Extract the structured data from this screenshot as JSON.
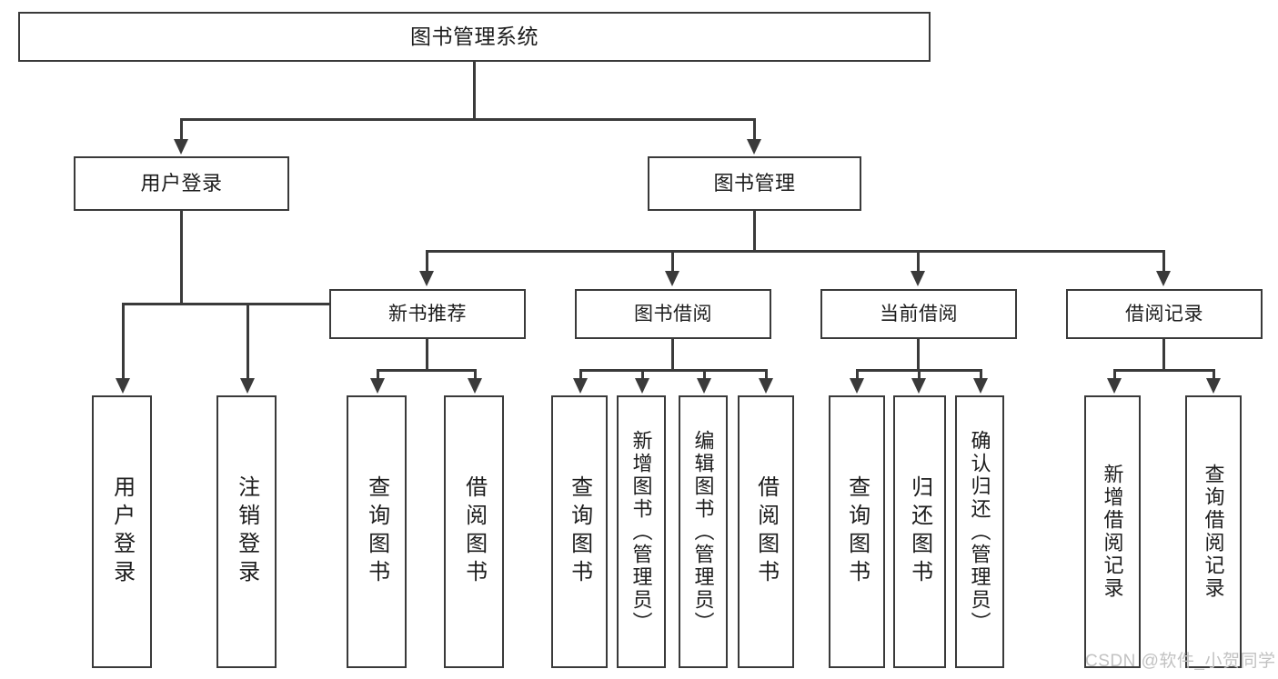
{
  "diagram": {
    "type": "tree-hierarchy",
    "root": {
      "label": "图书管理系统"
    },
    "level2": [
      {
        "label": "用户登录"
      },
      {
        "label": "图书管理"
      }
    ],
    "level3": [
      {
        "label": "新书推荐"
      },
      {
        "label": "图书借阅"
      },
      {
        "label": "当前借阅"
      },
      {
        "label": "借阅记录"
      }
    ],
    "leaves": [
      {
        "label": "用户登录"
      },
      {
        "label": "注销登录"
      },
      {
        "label": "查询图书"
      },
      {
        "label": "借阅图书"
      },
      {
        "label": "查询图书"
      },
      {
        "label": "新增图书（管理员）"
      },
      {
        "label": "编辑图书（管理员）"
      },
      {
        "label": "借阅图书"
      },
      {
        "label": "查询图书"
      },
      {
        "label": "归还图书"
      },
      {
        "label": "确认归还（管理员）"
      },
      {
        "label": "新增借阅记录"
      },
      {
        "label": "查询借阅记录"
      }
    ]
  },
  "watermark": {
    "text": "CSDN @软件_小贺同学"
  },
  "colors": {
    "stroke": "#3a3a3a",
    "text": "#1c1c1c",
    "background": "#ffffff",
    "watermark": "#c2c2c2"
  }
}
